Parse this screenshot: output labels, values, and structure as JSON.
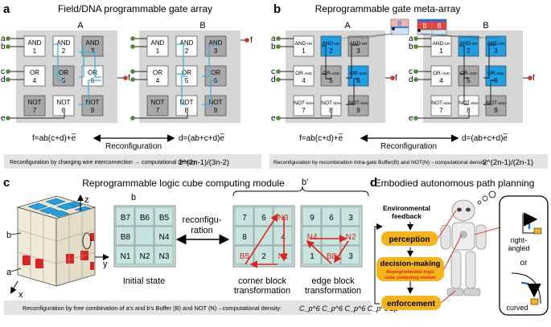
{
  "panel_a": {
    "letter": "a",
    "title": "Field/DNA programmable gate array",
    "array_a_label": "A",
    "array_b_label": "B",
    "gates_a": [
      [
        "AND",
        "1"
      ],
      [
        "AND",
        "2"
      ],
      [
        "AND",
        "3"
      ],
      [
        "OR",
        "4"
      ],
      [
        "OR",
        "5"
      ],
      [
        "OR",
        "6"
      ],
      [
        "NOT",
        "7"
      ],
      [
        "NOT",
        "8"
      ],
      [
        "NOT",
        "9"
      ]
    ],
    "gates_b": [
      [
        "AND",
        "1"
      ],
      [
        "AND",
        "2"
      ],
      [
        "AND",
        "3"
      ],
      [
        "OR",
        "4"
      ],
      [
        "OR",
        "5"
      ],
      [
        "OR",
        "6"
      ],
      [
        "NOT",
        "7"
      ],
      [
        "NOT",
        "8"
      ],
      [
        "NOT",
        "9"
      ]
    ],
    "inputs": [
      "a",
      "b",
      "c",
      "d",
      "e"
    ],
    "output": "f",
    "formula_a": "f=ab(c+d)+e̅",
    "formula_b": "d=(ab+c+d)e̅",
    "reconfig_label": "Reconfiguration",
    "caption": "Reconfiguration by changing wire interconnection → computational density:",
    "density": "2^(2n-1)/(3n-2)"
  },
  "panel_b": {
    "letter": "b",
    "title": "Reprogrammable gate meta-array",
    "array_a_label": "A",
    "array_b_label": "B",
    "gates_a": [
      [
        "AND",
        "-OR",
        "1"
      ],
      [
        "AND",
        "-OR",
        "2"
      ],
      [
        "AND",
        "-OR",
        "3"
      ],
      [
        "OR",
        "-AND",
        "4"
      ],
      [
        "OR",
        "-AND",
        "5"
      ],
      [
        "OR",
        "-AND",
        "6"
      ],
      [
        "NOT",
        "-Wire",
        "7"
      ],
      [
        "NOT",
        "-Wire",
        "8"
      ],
      [
        "NOT",
        "-Wire",
        "9"
      ]
    ],
    "gates_b": [
      [
        "AND",
        "-OR",
        "1"
      ],
      [
        "AND",
        "-OR",
        "2"
      ],
      [
        "AND",
        "-OR",
        "3"
      ],
      [
        "OR",
        "-AND",
        "4"
      ],
      [
        "OR",
        "-AND",
        "5"
      ],
      [
        "OR",
        "-AND",
        "6"
      ],
      [
        "NOT",
        "-Wire",
        "7"
      ],
      [
        "NOT",
        "-Wire",
        "8"
      ],
      [
        "NOT",
        "-Wire",
        "9"
      ]
    ],
    "chip_labels": [
      "B",
      "B",
      "B"
    ],
    "formula_a": "f=ab(c+d)+e̅",
    "formula_b": "d=(ab+c+d)e̅",
    "reconfig_label": "Reconfiguration",
    "caption": "Reconfiguration by recombination Intra-gate Buffer(B) and NOT(N)→computational density:",
    "density": "2^(2n-1)/(2n-1)"
  },
  "panel_c": {
    "letter": "c",
    "title": "Reprogrammable logic cube computing module",
    "axis_labels": [
      "z",
      "y",
      "x"
    ],
    "sub_labels": [
      "b",
      "a"
    ],
    "grid_label": "b",
    "grid_initial": [
      "B7",
      "B6",
      "B5",
      "B8",
      "",
      "N4",
      "N1",
      "N2",
      "N3"
    ],
    "initial_caption": "Initial state",
    "reconfig_label_1": "reconfigu-",
    "reconfig_label_2": "ration",
    "bprime_label": "b'",
    "grid_corner": [
      "7",
      "6",
      "N3",
      "8",
      "",
      "4",
      "B5",
      "2",
      "N1"
    ],
    "corner_caption_1": "corner block",
    "corner_caption_2": "transformation",
    "grid_edge": [
      "9",
      "6",
      "3",
      "N4",
      "",
      "N2",
      "1",
      "B8",
      "3"
    ],
    "edge_caption_1": "edge block",
    "edge_caption_2": "transformation",
    "caption": "Reconfiguration by free combination of a's and b's Buffer (B) and NOT (N)→computational density:",
    "density": "C_p^6 C_p^6 C_p^6 C_p^6 2p"
  },
  "panel_d": {
    "letter": "d",
    "title": "Embodied autonomous path planning",
    "env_feedback_1": "Environmental",
    "env_feedback_2": "feedback",
    "perception": "perception",
    "decision": "decision-making",
    "decision_sub_1": "Reprogrammable logic",
    "decision_sub_2": "cube computing module",
    "enforcement": "enforcement",
    "right_angled_1": "right-",
    "right_angled_2": "angled",
    "or_label": "or",
    "curved": "curved"
  },
  "colors": {
    "gray_panel": "#d6d6d6",
    "dark_gate": "#a8a8a8",
    "blue": "#1ea0e6",
    "wire": "#3ab0e0",
    "green_dot": "#4a8a3a",
    "red_dot": "#d0302c",
    "grid_fill": "#c6e5df",
    "red": "#e0211f",
    "orange": "#f4b41a",
    "caption_bg": "#e3e3e3"
  }
}
